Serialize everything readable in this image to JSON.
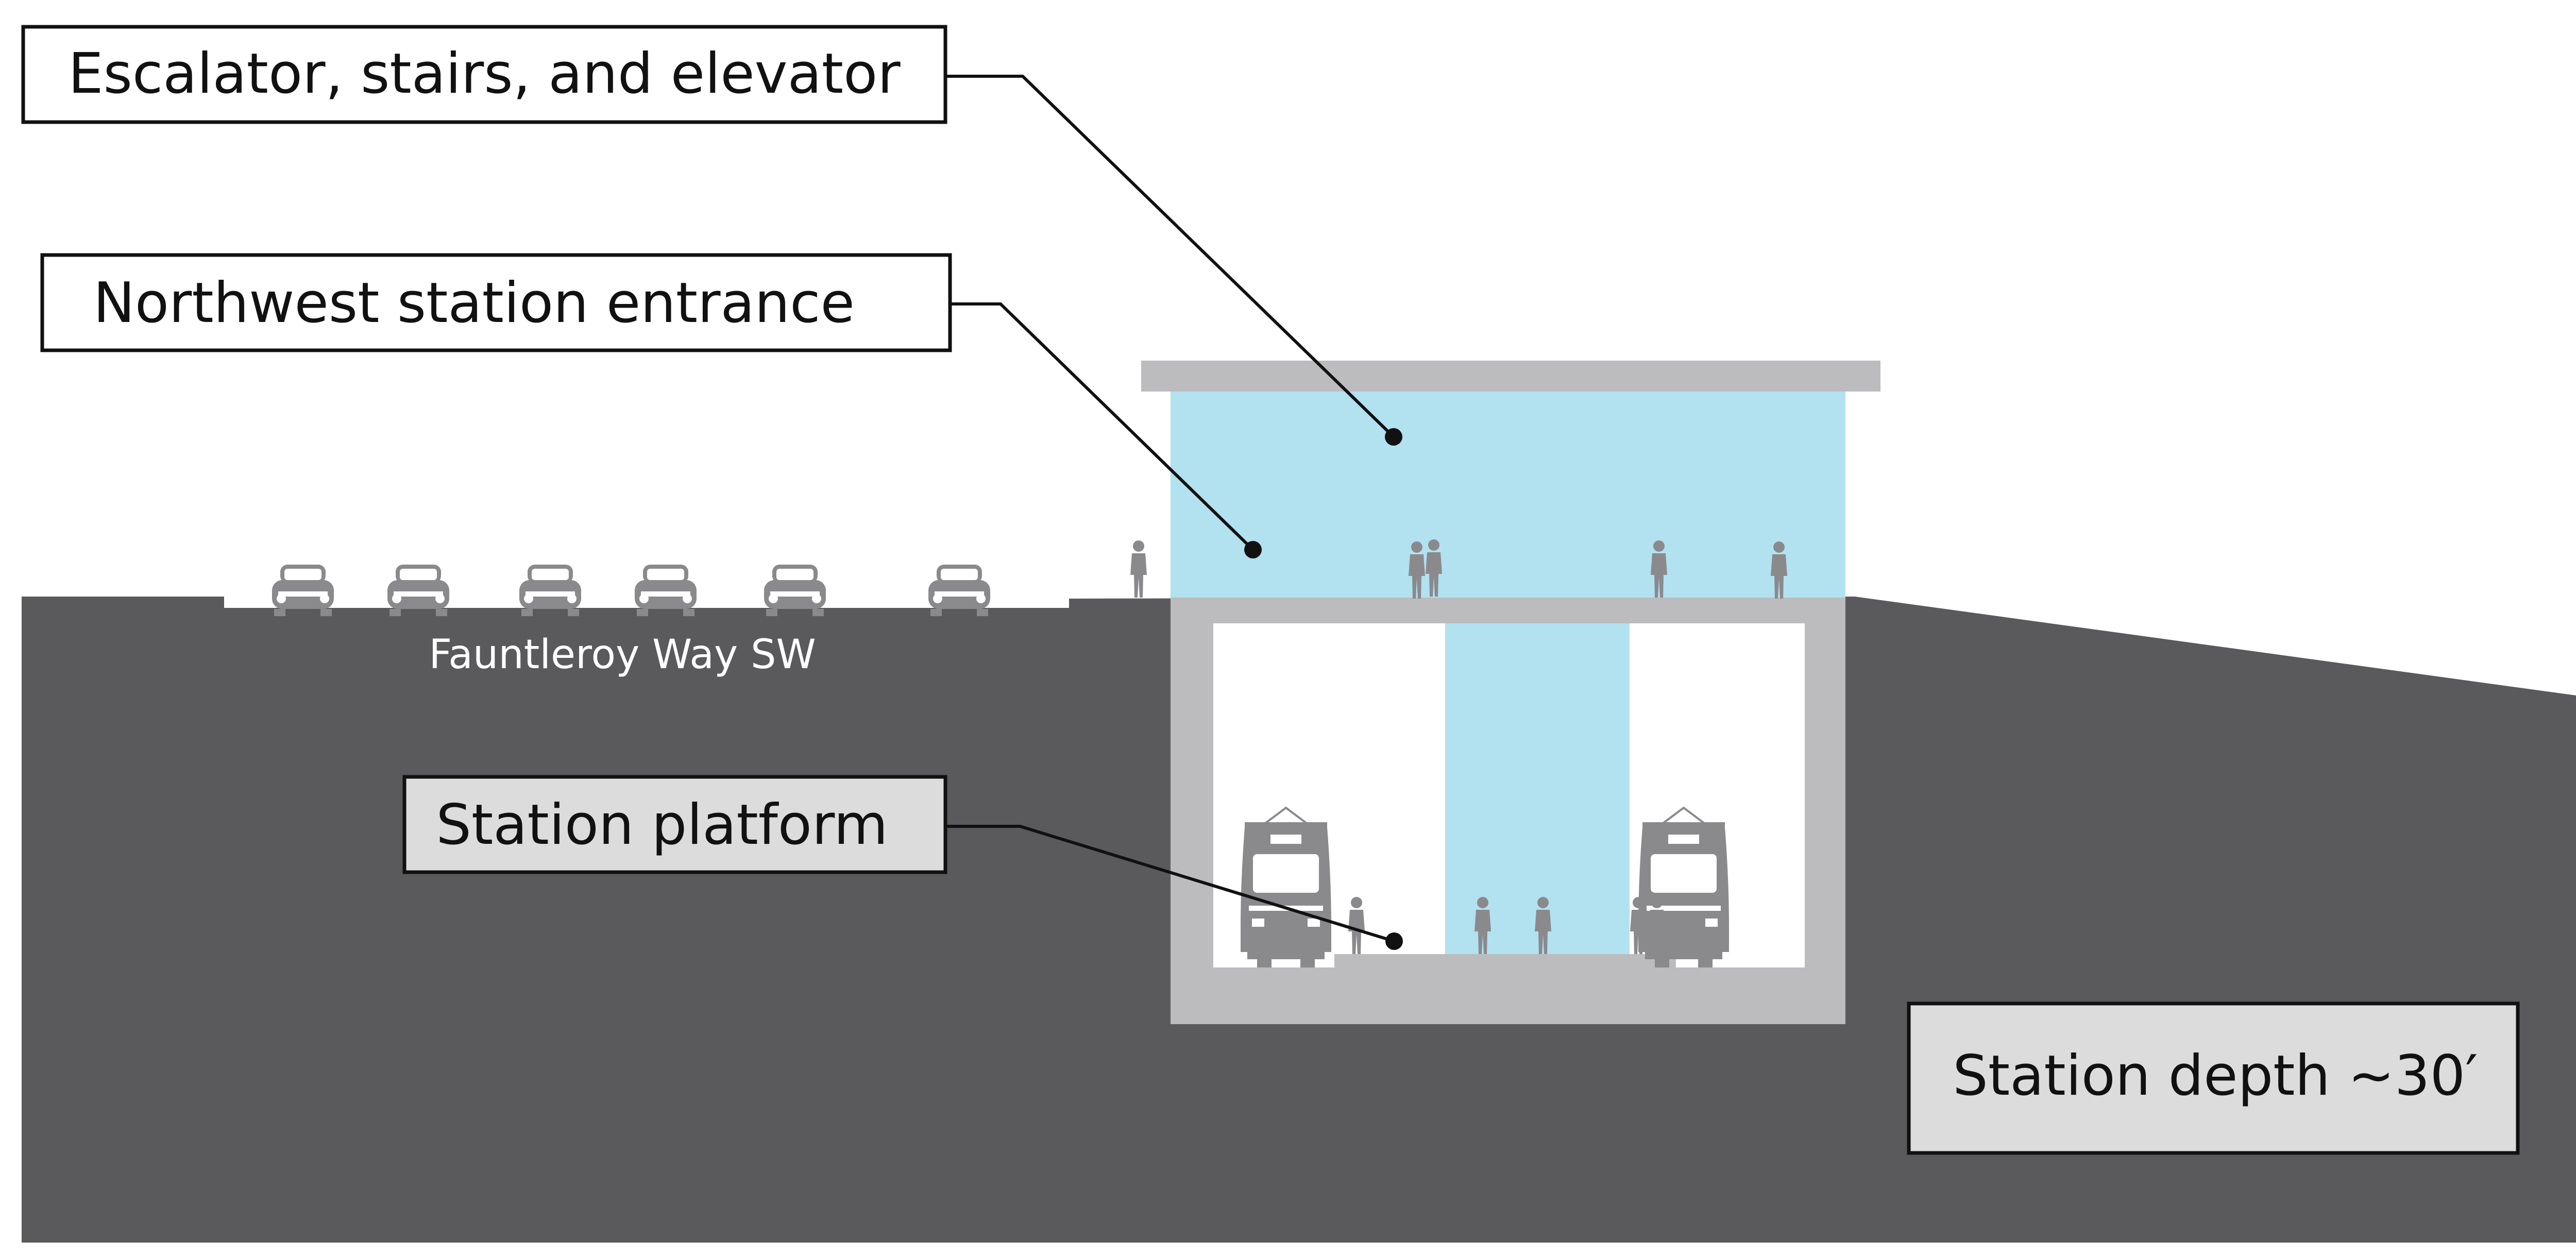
{
  "labels": {
    "escalator": "Escalator, stairs, and elevator",
    "entrance": "Northwest station entrance",
    "platform": "Station platform",
    "depth": "Station depth ~30′",
    "street": "Fauntleroy Way SW"
  },
  "colors": {
    "ground": "#5a5a5c",
    "structure": "#bcbcbe",
    "glass": "#b2e1f0",
    "figure": "#8a8a8d",
    "label_box_grey": "#dcdcdd",
    "line": "#111111"
  }
}
